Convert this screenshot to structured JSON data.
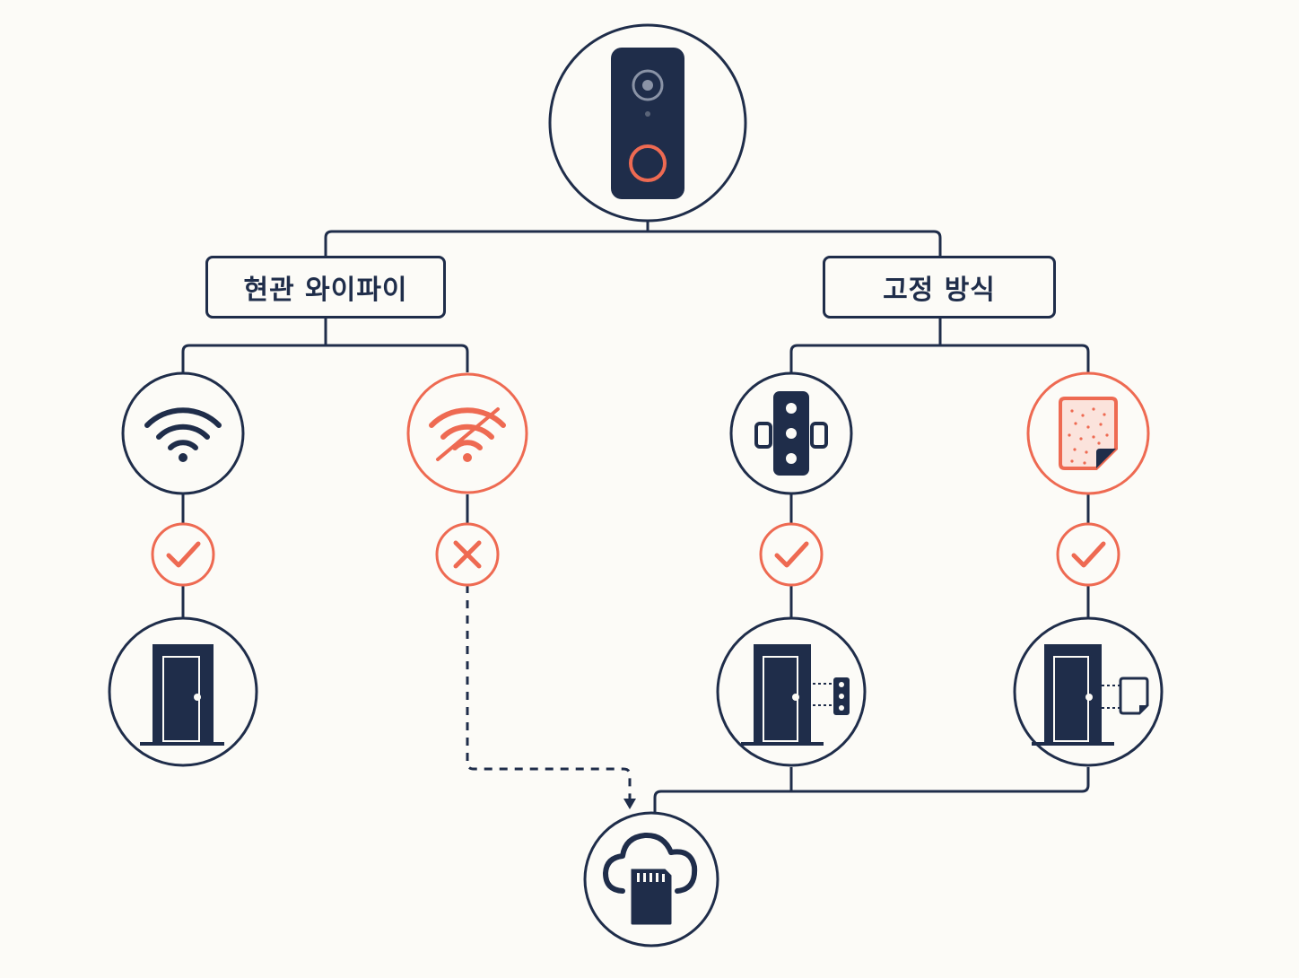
{
  "colors": {
    "navy": "#1f2d4a",
    "accent": "#ee6a52",
    "background": "#fcfbf7",
    "soft_accent": "#fbe3dc"
  },
  "labels": {
    "wifi_branch": "현관 와이파이",
    "mount_branch": "고정 방식"
  },
  "nodes": {
    "root": {
      "icon": "video-doorbell-icon"
    },
    "wifi_ok": {
      "icon": "wifi-icon",
      "status": "check",
      "result_icon": "door-icon"
    },
    "wifi_none": {
      "icon": "wifi-off-icon",
      "status": "cross",
      "fallback": "dashed-arrow-to-storage"
    },
    "screw_mount": {
      "icon": "screw-mount-bracket-icon",
      "status": "check",
      "result_icon": "door-with-bracket-icon"
    },
    "adhesive_mount": {
      "icon": "adhesive-pad-icon",
      "status": "check",
      "result_icon": "door-with-adhesive-icon"
    },
    "storage": {
      "icon": "cloud-sd-card-icon"
    }
  }
}
